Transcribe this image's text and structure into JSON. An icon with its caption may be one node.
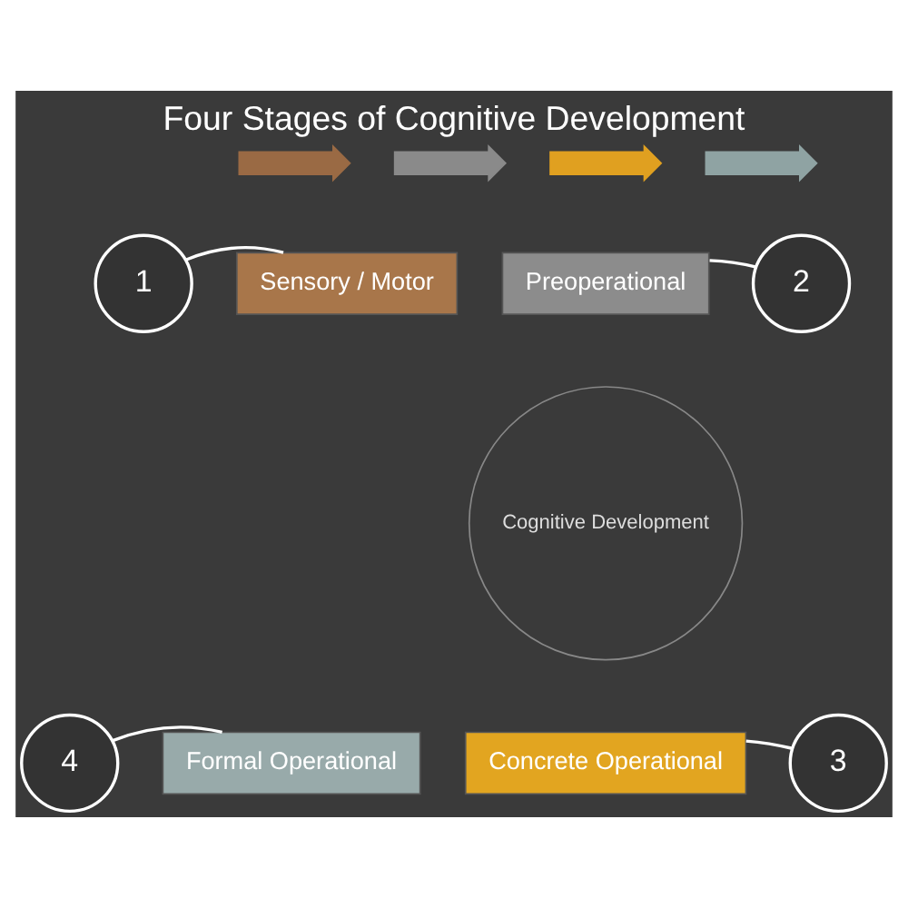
{
  "diagram": {
    "title": "Four Stages of Cognitive Development",
    "nodes": [
      {
        "text": [],
        "shape": "arrow"
      },
      {
        "text": [],
        "shape": "arrow"
      },
      {
        "text": [],
        "shape": "arrow"
      },
      {
        "text": [],
        "shape": "arrow"
      },
      {
        "text": [
          "1"
        ]
      },
      {
        "text": [
          "Sensory / Motor"
        ]
      },
      {
        "text": [
          "Preoperational"
        ]
      },
      {
        "text": [
          "2"
        ]
      },
      {
        "text": [
          "Cognitive Development"
        ]
      },
      {
        "text": [
          "Formal Operational"
        ]
      },
      {
        "text": [
          "Concrete Operational"
        ]
      },
      {
        "text": [
          "4"
        ]
      },
      {
        "text": [
          "3"
        ]
      }
    ],
    "edges": [
      {
        "from": 4,
        "to": 5,
        "arrow": "none"
      },
      {
        "from": 7,
        "to": 6,
        "arrow": "none"
      },
      {
        "from": 12,
        "to": 10,
        "arrow": "none"
      },
      {
        "from": 11,
        "to": 9,
        "arrow": "none"
      }
    ]
  }
}
